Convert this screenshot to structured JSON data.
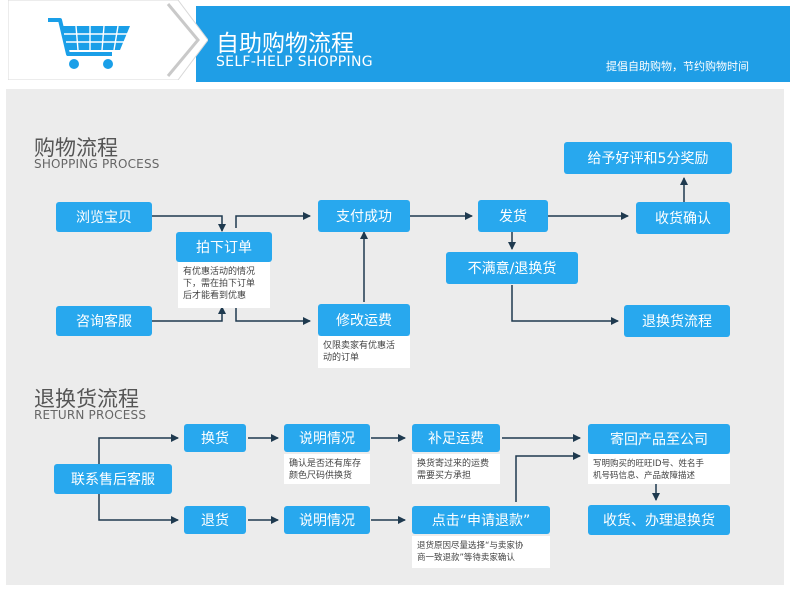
{
  "header": {
    "title": "自助购物流程",
    "subtitle": "SELF-HELP SHOPPING",
    "slogan": "提倡自助购物，节约购物时间"
  },
  "shopping": {
    "title": "购物流程",
    "subtitle": "SHOPPING PROCESS",
    "browse": "浏览宝贝",
    "consult": "咨询客服",
    "place_order": "拍下订单",
    "place_order_note": [
      "有优惠活动的情况",
      "下，需在拍下订单",
      "后才能看到优惠"
    ],
    "pay_success": "支付成功",
    "modify_shipping": "修改运费",
    "modify_note": [
      "仅限卖家有优惠活",
      "动的订单"
    ],
    "ship": "发货",
    "unsatisfied": "不满意/退换货",
    "return_flow": "退换货流程",
    "receive_confirm": "收货确认",
    "give_praise": "给予好评和5分奖励"
  },
  "returns": {
    "title": "退换货流程",
    "subtitle": "RETURN PROCESS",
    "contact": "联系售后客服",
    "exchange": "换货",
    "refund": "退货",
    "explain_1": "说明情况",
    "explain_2": "说明情况",
    "explain_note": [
      "确认是否还有库存",
      "颜色尺码供换货"
    ],
    "add_shipping": "补足运费",
    "add_shipping_note": [
      "换货寄过来的运费",
      "需要买方承担"
    ],
    "click_refund": "点击“申请退款”",
    "click_refund_note": [
      "退货原因尽量选择“与卖家协",
      "商一致退款”等待卖家确认"
    ],
    "send_back": "寄回产品至公司",
    "send_back_note": [
      "写明购买的旺旺ID号、姓名手",
      "机号码信息、产品故障描述"
    ],
    "receive_exchange": "收货、办理退换货"
  },
  "colors": {
    "accent": "#28a8ee",
    "header": "#1f9ee6",
    "panel": "#ececec"
  },
  "icons": {
    "cart": "shopping-cart-icon"
  }
}
